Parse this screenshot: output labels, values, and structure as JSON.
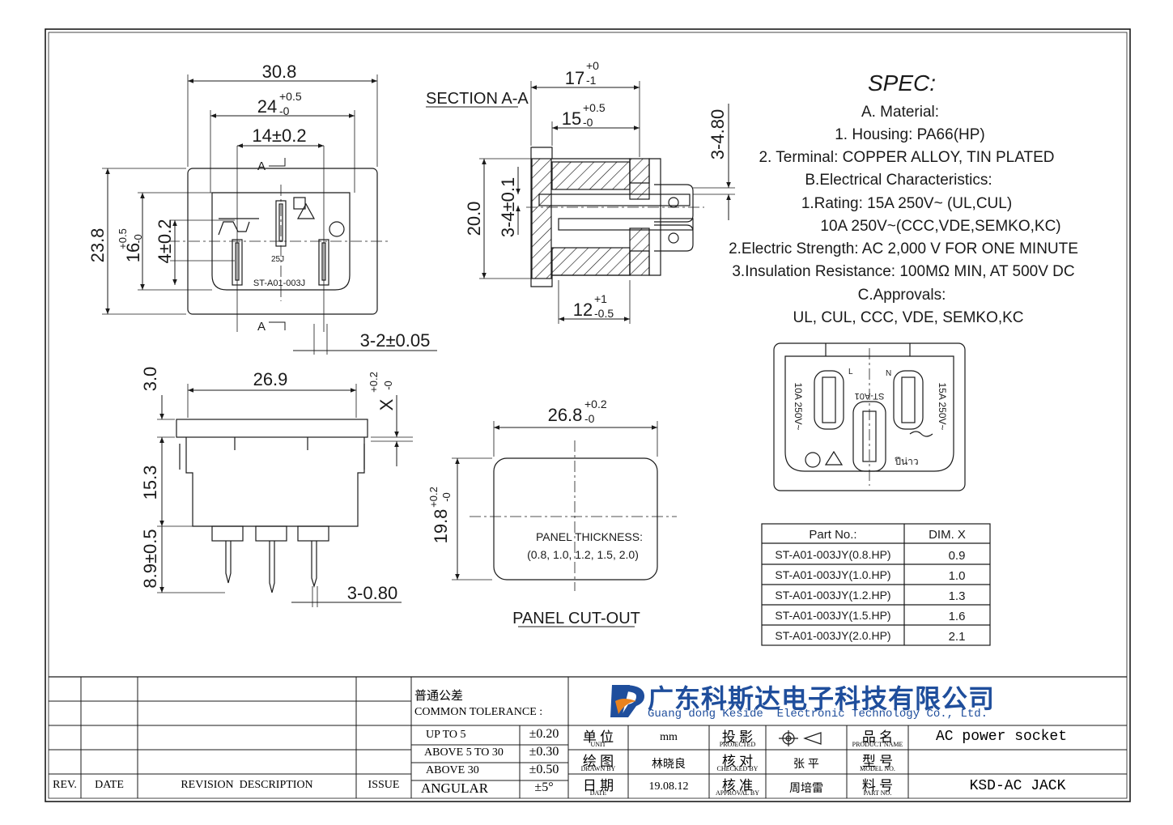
{
  "front_view": {
    "dim_width": "30.8",
    "dim_inner_width": "24",
    "dim_inner_width_tol": "+0.5",
    "dim_inner_width_sub": "-0",
    "dim_pin_span": "14±0.2",
    "dim_height": "23.8",
    "dim_inner_height": "16",
    "dim_inner_height_tol": "+0.5",
    "dim_inner_height_sub": "-0",
    "dim_pin_gap": "4±0.2",
    "dim_pin_width": "3-2±0.05",
    "section_mark": "A",
    "label": "ST-A01-003J",
    "mark_small": "25J"
  },
  "section_view": {
    "title": "SECTION A-A",
    "dim_top": "17",
    "dim_top_tol": "+0",
    "dim_top_sub": "-1",
    "dim_mid": "15",
    "dim_mid_tol": "+0.5",
    "dim_mid_sub": "-0",
    "dim_bottom": "12",
    "dim_bottom_tol": "+1",
    "dim_bottom_sub": "-0.5",
    "dim_height": "20.0",
    "dim_pin": "3-4±0.1",
    "dim_right": "3-4.80"
  },
  "side_view": {
    "dim_width": "26.9",
    "dim_top": "3.0",
    "dim_x": "X",
    "dim_x_tol": "+0.2",
    "dim_x_sub": "-0",
    "dim_body": "15.3",
    "dim_pins": "8.9±0.5",
    "dim_pin_w": "3-0.80"
  },
  "cutout": {
    "dim_width": "26.8",
    "dim_width_tol": "+0.2",
    "dim_width_sub": "-0",
    "dim_height": "19.8",
    "dim_height_tol": "+0.2",
    "dim_height_sub": "-0",
    "note_line1": "PANEL THICKNESS:",
    "note_line2": "(0.8, 1.0, 1.2, 1.5, 2.0)",
    "title": "PANEL CUT-OUT"
  },
  "back_view": {
    "label_left": "10A 250V~",
    "label_right": "15A 250V~",
    "label_center": "ST-A01",
    "letter_l": "L",
    "letter_n": "N",
    "handwriting": "ปีน่าว"
  },
  "spec": {
    "title": "SPEC:",
    "lines": [
      "A. Material:",
      "1.  Housing: PA66(HP)",
      "2.  Terminal: COPPER ALLOY, TIN PLATED",
      "B.Electrical Characteristics:",
      "1.Rating:  15A 250V~ (UL,CUL)",
      "10A 250V~(CCC,VDE,SEMKO,KC)",
      "2.Electric Strength: AC 2,000 V FOR ONE MINUTE",
      "3.Insulation Resistance: 100MΩ MIN, AT 500V DC",
      "C.Approvals:",
      "UL, CUL, CCC, VDE, SEMKO,KC"
    ]
  },
  "parts_table": {
    "headers": [
      "Part No.:",
      "DIM. X"
    ],
    "rows": [
      [
        "ST-A01-003JY(0.8.HP)",
        "0.9"
      ],
      [
        "ST-A01-003JY(1.0.HP)",
        "1.0"
      ],
      [
        "ST-A01-003JY(1.2.HP)",
        "1.3"
      ],
      [
        "ST-A01-003JY(1.5.HP)",
        "1.6"
      ],
      [
        "ST-A01-003JY(2.0.HP)",
        "2.1"
      ]
    ]
  },
  "title_block": {
    "revision_headers": [
      "REV.",
      "DATE",
      "REVISION  DESCRIPTION",
      "ISSUE"
    ],
    "tolerance_title_cn": "普通公差",
    "tolerance_title_en": "COMMON TOLERANCE :",
    "tolerances": [
      [
        "UP TO 5",
        "±0.20"
      ],
      [
        "ABOVE 5 TO 30",
        "±0.30"
      ],
      [
        "ABOVE 30",
        "±0.50"
      ],
      [
        "ANGULAR",
        "±5°"
      ]
    ],
    "company_cn": "广东科斯达电子科技有限公司",
    "company_en": "Guang dong Keside  Electronic Technology Co., Ltd.",
    "unit_cn": "单 位",
    "unit_en": "UNIT",
    "unit_value": "mm",
    "projected_cn": "投 影",
    "projected_en": "PROJECTED",
    "product_cn": "品 名",
    "product_en": "PRODUCT NAME",
    "product_value": "AC power socket",
    "drawn_cn": "绘 图",
    "drawn_en": "DRAWN BY",
    "drawn_value": "林晓良",
    "checked_cn": "核 对",
    "checked_en": "CHECKED BY",
    "checked_value": "张 平",
    "model_cn": "型 号",
    "model_en": "MODEL NO.",
    "date_cn": "日 期",
    "date_en": "DATE",
    "date_value": "19.08.12",
    "approval_cn": "核 准",
    "approval_en": "APPROVAL BY",
    "approval_value": "周培雷",
    "part_cn": "料 号",
    "part_en": "PART NO.",
    "part_value": "KSD-AC JACK"
  },
  "colors": {
    "line": "#1a1a1a",
    "logo_blue": "#1f4e9c",
    "logo_orange": "#e8821e"
  }
}
